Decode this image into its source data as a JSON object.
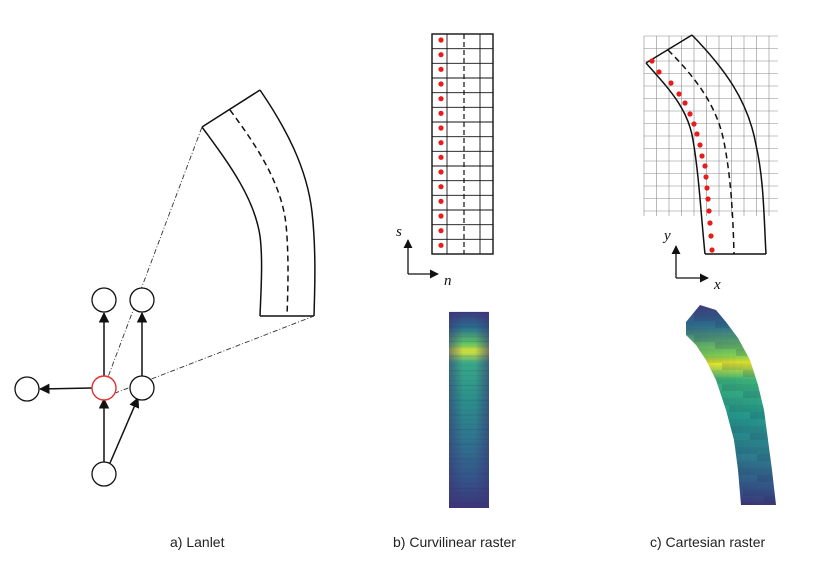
{
  "panels": {
    "a": {
      "caption": "a)  Lanlet"
    },
    "b": {
      "caption": "b)  Curvilinear raster",
      "axis_vertical": "s",
      "axis_horizontal": "n"
    },
    "c": {
      "caption": "c)  Cartesian raster",
      "axis_vertical": "y",
      "axis_horizontal": "x"
    }
  },
  "colors": {
    "line": "#111111",
    "highlight_node": "#e03030",
    "sample_points": "#e81c1c",
    "grid": "#8a8a8a",
    "heatmap_low": "#3b2a6e",
    "heatmap_mid": "#2a8c8a",
    "heatmap_high": "#f5e62a"
  }
}
